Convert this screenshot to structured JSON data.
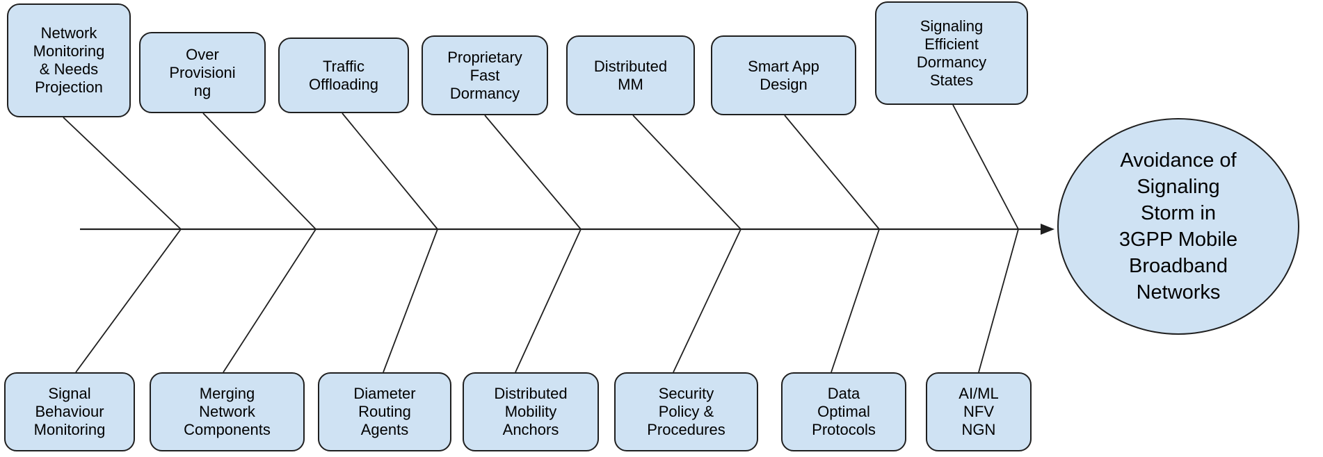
{
  "diagram": {
    "type": "fishbone",
    "effect": {
      "label": "Avoidance of\nSignaling\nStorm in\n3GPP Mobile\nBroadband\nNetworks"
    },
    "top_causes": [
      {
        "label": "Network\nMonitoring\n& Needs\nProjection"
      },
      {
        "label": "Over\nProvisioni\nng"
      },
      {
        "label": "Traffic\nOffloading"
      },
      {
        "label": "Proprietary\nFast\nDormancy"
      },
      {
        "label": "Distributed\nMM"
      },
      {
        "label": "Smart App\nDesign"
      },
      {
        "label": "Signaling\nEfficient\nDormancy\nStates"
      }
    ],
    "bottom_causes": [
      {
        "label": "Signal\nBehaviour\nMonitoring"
      },
      {
        "label": "Merging\nNetwork\nComponents"
      },
      {
        "label": "Diameter\nRouting\nAgents"
      },
      {
        "label": "Distributed\nMobility\nAnchors"
      },
      {
        "label": "Security\nPolicy &\nProcedures"
      },
      {
        "label": "Data\nOptimal\nProtocols"
      },
      {
        "label": "AI/ML\nNFV\nNGN"
      }
    ],
    "colors": {
      "node_fill": "#cfe2f3",
      "node_border": "#1f1f1f",
      "line_color": "#1f1f1f",
      "text_color": "#000000"
    }
  }
}
